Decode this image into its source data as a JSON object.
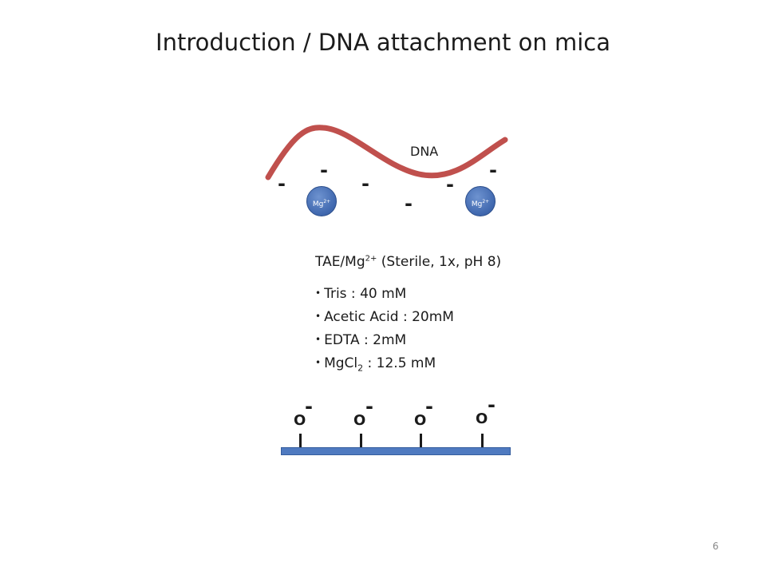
{
  "slide": {
    "title": "Introduction / DNA attachment on mica",
    "page_number": "6"
  },
  "diagram": {
    "dna_label": "DNA",
    "dna_color": "#c0504d",
    "negative_charge_symbol": "-",
    "ion_label": "Mg",
    "ion_superscript": "2+",
    "ion_color": "#4f7ac0",
    "surface_color": "#4f7ac0",
    "oxygen_symbol": "O"
  },
  "buffer": {
    "heading_prefix": "TAE/Mg",
    "heading_superscript": "2+",
    "heading_suffix": " (Sterile, 1x, pH 8)",
    "items": [
      {
        "text": "Tris : 40 mM"
      },
      {
        "text": "Acetic Acid : 20mM"
      },
      {
        "text": "EDTA : 2mM"
      },
      {
        "prefix": "MgCl",
        "subscript": "2",
        "suffix": " : 12.5 mM"
      }
    ]
  }
}
